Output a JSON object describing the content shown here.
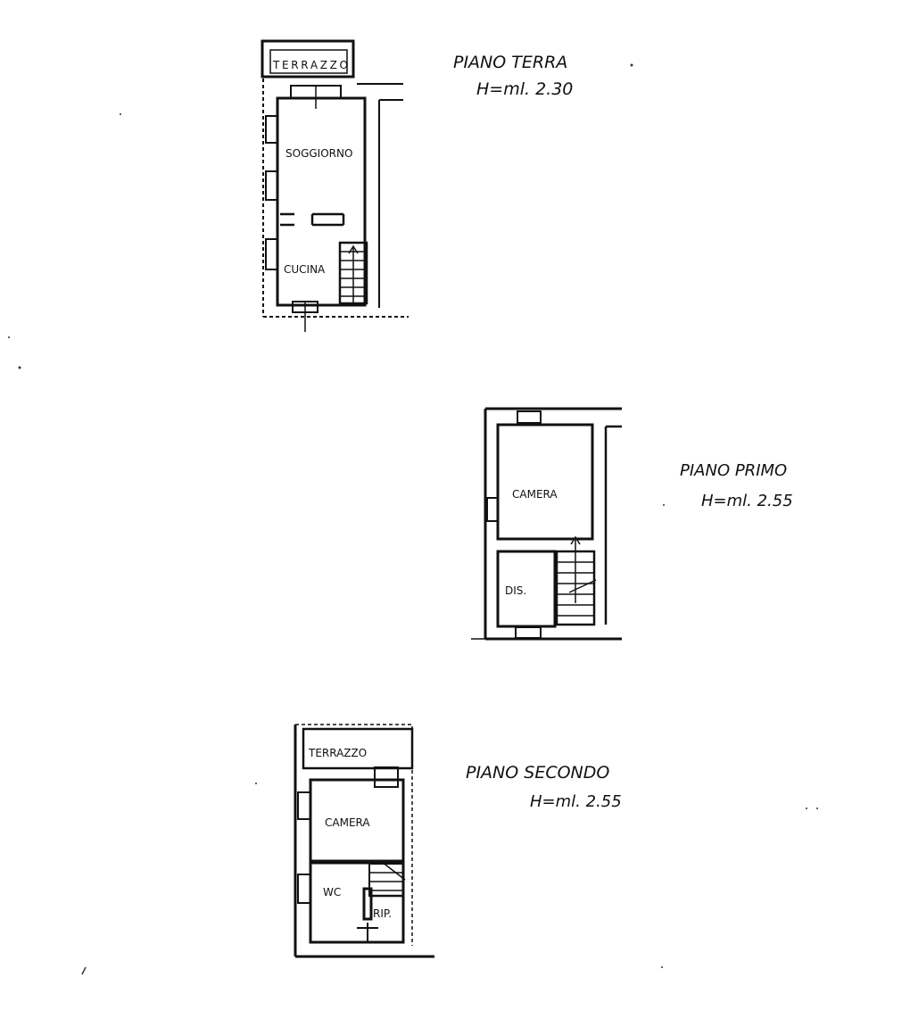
{
  "floors": [
    {
      "title": "PIANO TERRA",
      "height": "H=ml. 2.30",
      "rooms": [
        "TERRAZZO",
        "SOGGIORNO",
        "CUCINA"
      ]
    },
    {
      "title": "PIANO PRIMO",
      "height": "H=ml. 2.55",
      "rooms": [
        "CAMERA",
        "DIS."
      ]
    },
    {
      "title": "PIANO SECONDO",
      "height": "H=ml. 2.55",
      "rooms": [
        "TERRAZZO",
        "CAMERA",
        "WC",
        "RIP."
      ]
    }
  ],
  "colors": {
    "ink": "#111111",
    "paper": "#ffffff"
  }
}
